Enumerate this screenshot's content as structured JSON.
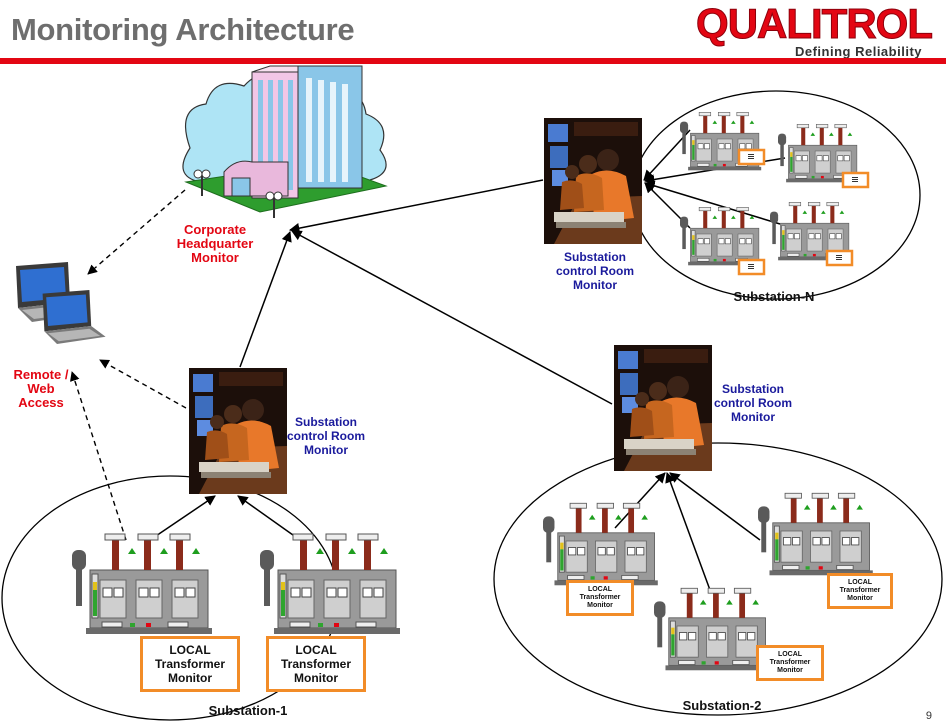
{
  "slide": {
    "title": "Monitoring Architecture",
    "page_number": "9"
  },
  "logo": {
    "name": "QUALITROL",
    "tagline": "Defining Reliability"
  },
  "labels": {
    "corporate_hq": "Corporate Headquarter Monitor",
    "remote_access": "Remote / Web Access",
    "control_room": "Substation control Room Monitor",
    "local_monitor": "LOCAL Transformer Monitor",
    "substation_1": "Substation-1",
    "substation_2": "Substation-2",
    "substation_n": "Substation-N"
  },
  "colors": {
    "accent_red": "#e30613",
    "label_blue": "#1a1a9c",
    "box_orange": "#f28c28"
  },
  "icons": [
    "office-building-icon",
    "laptop-icon",
    "control-room-operators-icon",
    "power-transformer-icon"
  ]
}
